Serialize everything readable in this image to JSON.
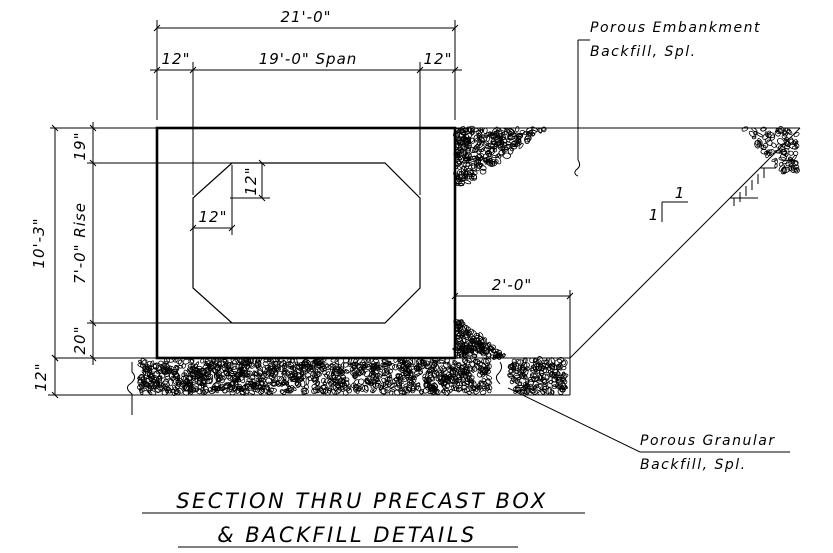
{
  "title": {
    "line1": "SECTION THRU PRECAST BOX",
    "line2": "& BACKFILL DETAILS"
  },
  "dimensions": {
    "overall_width": "21'-0\"",
    "wall_left": "12\"",
    "span": "19'-0\" Span",
    "wall_right": "12\"",
    "overall_height": "10'-3\"",
    "top_slab": "19\"",
    "rise": "7'-0\" Rise",
    "bottom_slab": "20\"",
    "bedding": "12\"",
    "haunch_vertical": "12\"",
    "haunch_horizontal": "12\"",
    "offset": "2'-0\""
  },
  "slope": {
    "rise": "1",
    "run": "1"
  },
  "notes": {
    "embankment_line1": "Porous Embankment",
    "embankment_line2": "Backfill, Spl.",
    "granular_line1": "Porous Granular",
    "granular_line2": "Backfill, Spl."
  }
}
